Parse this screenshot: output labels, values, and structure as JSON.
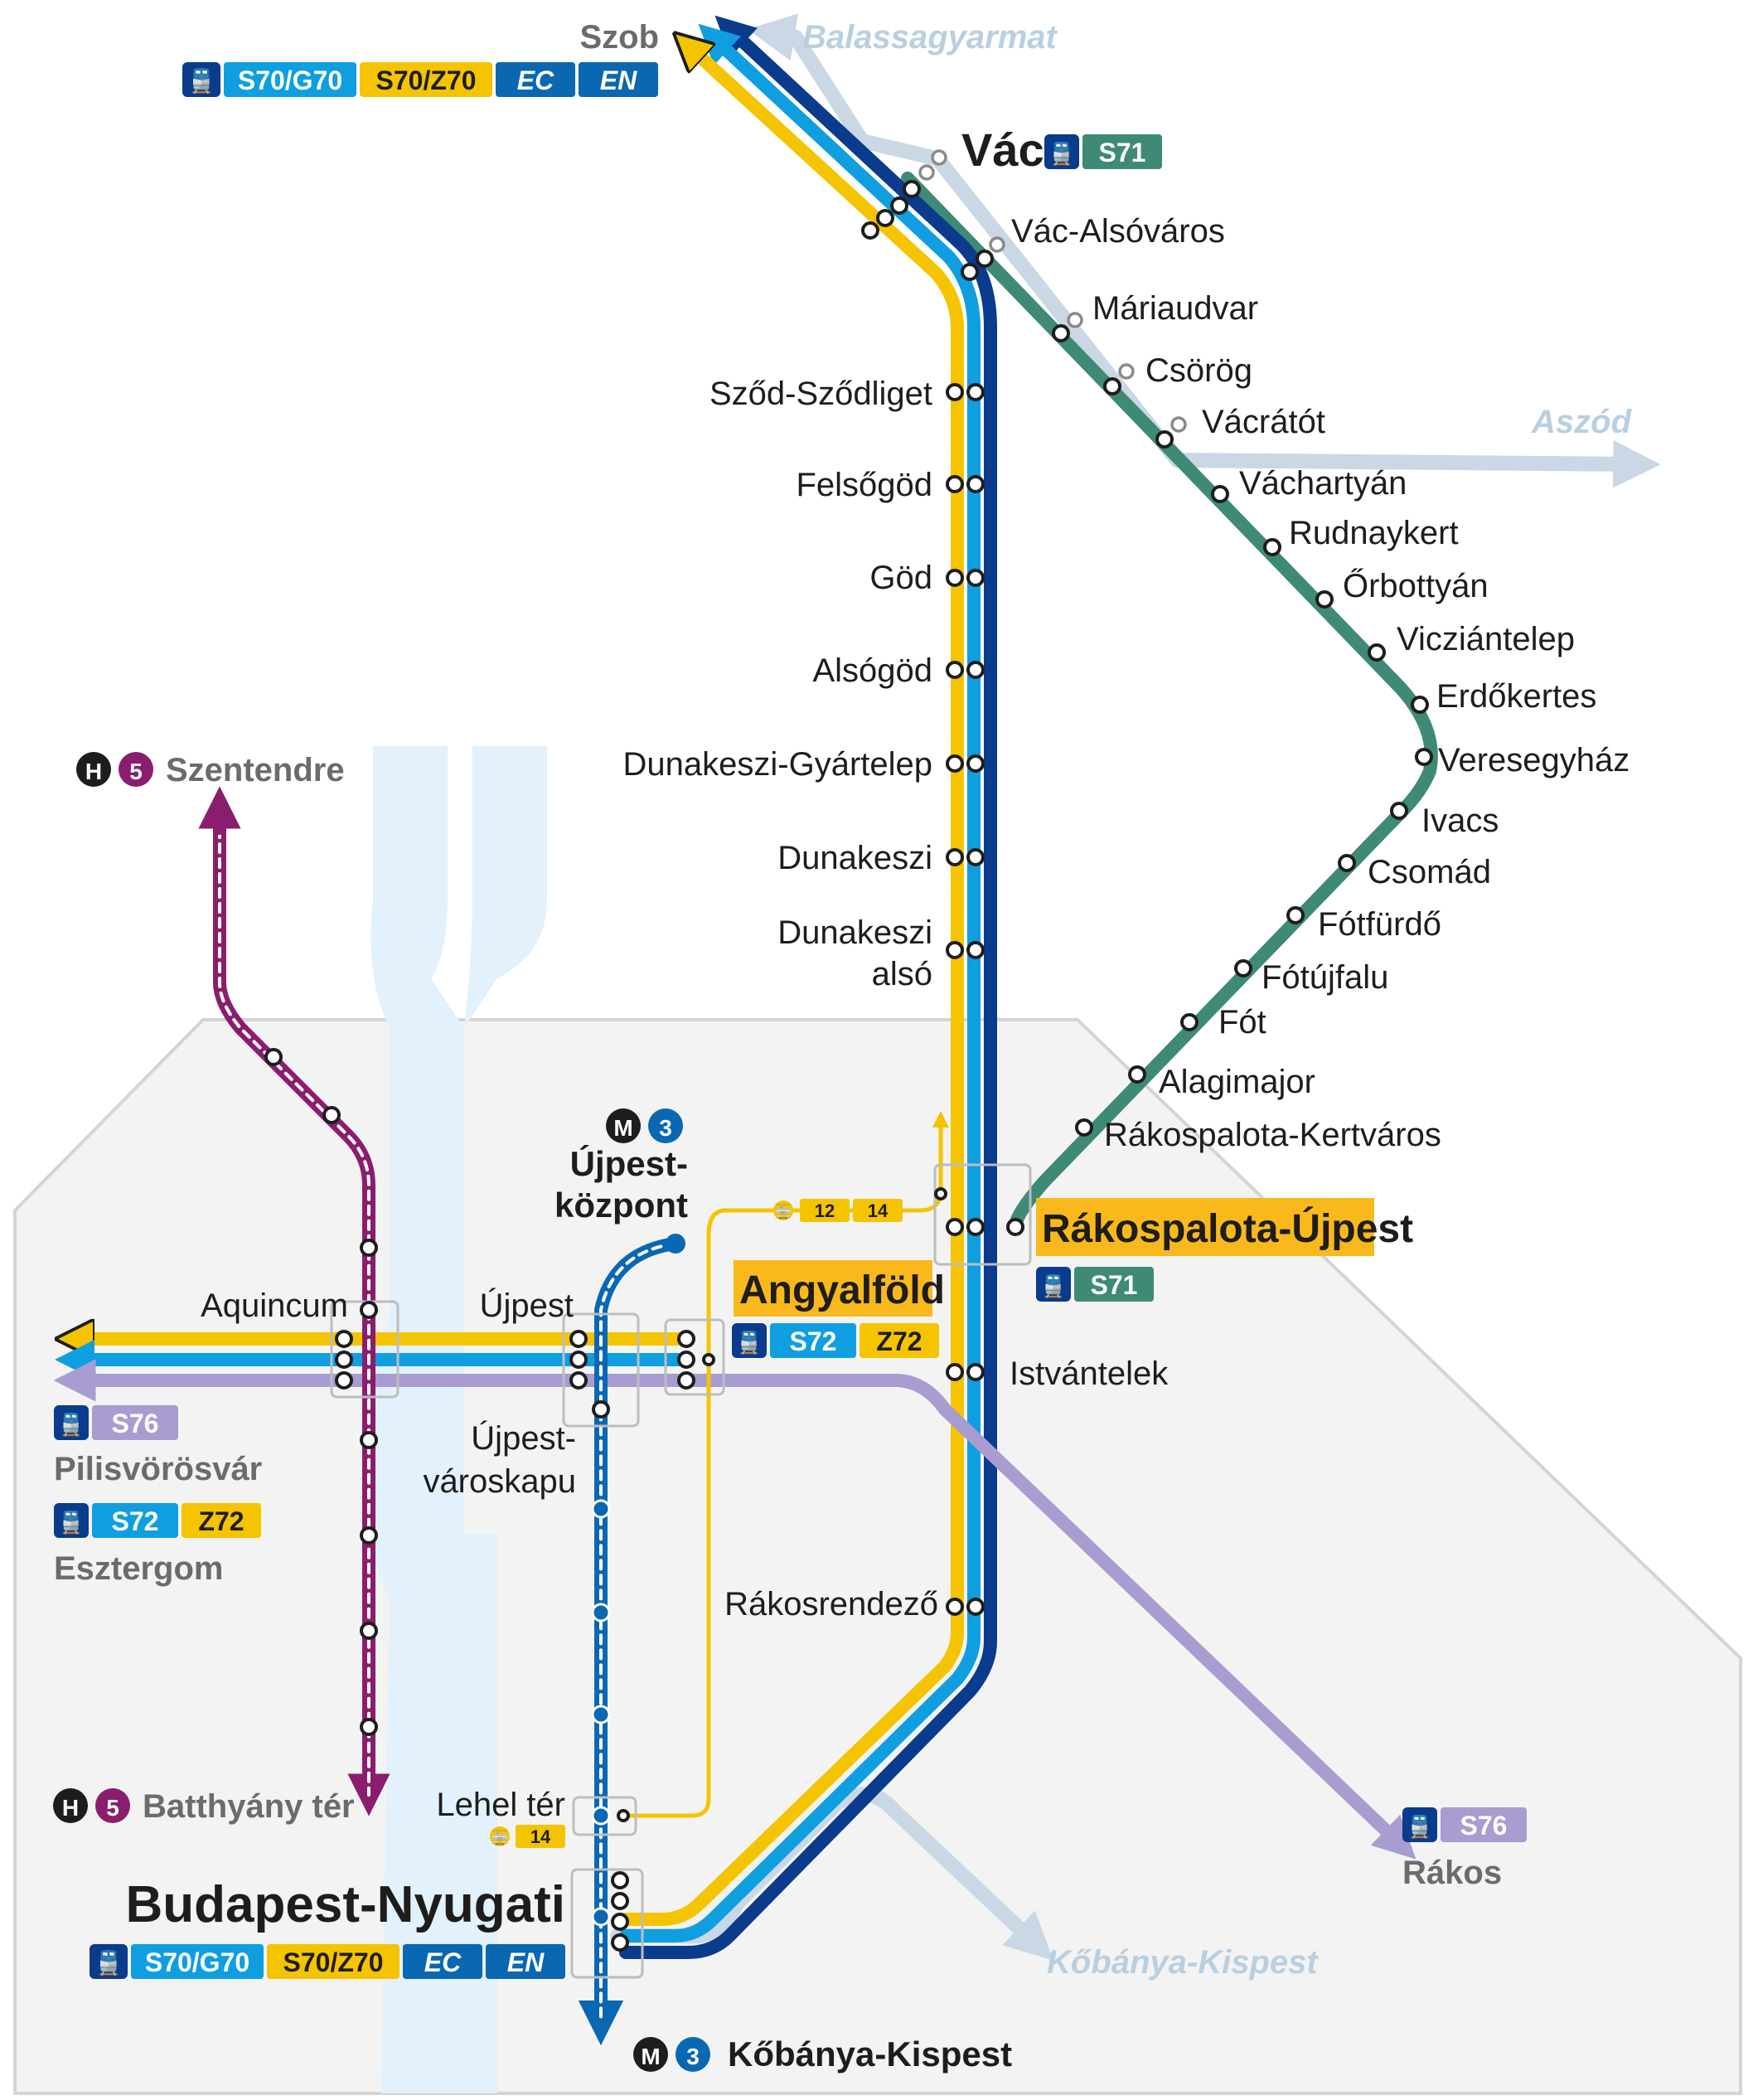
{
  "colors": {
    "s70": "#0a3b8c",
    "cyan": "#0f9fe0",
    "yellow": "#f5c400",
    "green": "#3e8a77",
    "purple": "#8a1d6e",
    "lavender": "#a89cd0",
    "metro3": "#0a67b1",
    "tram": "#f5c400",
    "gray_line": "#c9d8e4",
    "river": "#e2f1fb",
    "city": "#f3f3f3"
  },
  "badges": {
    "s70g70": "S70/G70",
    "s70z70": "S70/Z70",
    "ec": "EC",
    "en": "EN",
    "s71": "S71",
    "s72": "S72",
    "z72": "Z72",
    "s76": "S76",
    "h": "H",
    "h5": "5",
    "m": "M",
    "m3": "3",
    "t12": "12",
    "t14": "14"
  },
  "directions": {
    "balassagyarmat": "Balassagyarmat",
    "aszod": "Aszód",
    "kobanya_kispest_rail": "Kőbánya-Kispest"
  },
  "terminals": {
    "szob": "Szob",
    "szentendre": "Szentendre",
    "batthyany": "Batthyány tér",
    "pilisvorosvar": "Pilisvörösvár",
    "esztergom": "Esztergom",
    "rakos": "Rákos",
    "kobanya_kispest_metro": "Kőbánya-Kispest"
  },
  "stations": {
    "vac": "Vác",
    "vac_alsovaros": "Vác-Alsóváros",
    "mariaudvar": "Máriaudvar",
    "csorog": "Csörög",
    "vacratot": "Vácrátót",
    "vachartyan": "Váchartyán",
    "rudnaykert": "Rudnaykert",
    "orbottyan": "Őrbottyán",
    "vicziantelep": "Vicziántelep",
    "erdokertes": "Erdőkertes",
    "veresegyhaz": "Veresegyház",
    "ivacs": "Ivacs",
    "csomad": "Csomád",
    "fotfurdo": "Fótfürdő",
    "fotujfalu": "Fótújfalu",
    "fot": "Fót",
    "alagimajor": "Alagimajor",
    "rakospalota_kertvaros": "Rákospalota-Kertváros",
    "rakospalota_ujpest": "Rákospalota-Újpest",
    "szod": "Sződ-Sződliget",
    "felsogod": "Felsőgöd",
    "god": "Göd",
    "alsogod": "Alsógöd",
    "dunakeszi_gyartelep": "Dunakeszi-Gyártelep",
    "dunakeszi": "Dunakeszi",
    "dunakeszi_also_1": "Dunakeszi",
    "dunakeszi_also_2": "alsó",
    "istvantelek": "Istvántelek",
    "rakosrendezo": "Rákosrendező",
    "angyalfold": "Angyalföld",
    "ujpest": "Újpest",
    "aquincum": "Aquincum",
    "ujpest_kozpont_1": "Újpest-",
    "ujpest_kozpont_2": "központ",
    "ujpest_varoskapu_1": "Újpest-",
    "ujpest_varoskapu_2": "városkapu",
    "lehel_ter": "Lehel tér",
    "budapest_nyugati": "Budapest-Nyugati"
  }
}
